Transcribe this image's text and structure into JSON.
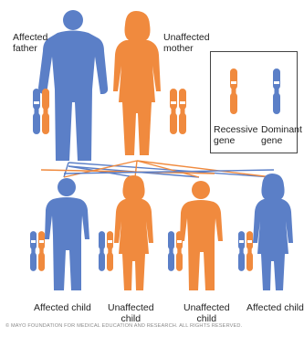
{
  "colors": {
    "dominant": "#5b7fc7",
    "recessive": "#f08a3e",
    "outline": "#555555",
    "gene_band": "#ffffff"
  },
  "parents": {
    "father_label": "Affected\nfather",
    "mother_label": "Unaffected\nmother"
  },
  "legend": {
    "recessive_label": "Recessive\ngene",
    "dominant_label": "Dominant\ngene"
  },
  "children": [
    {
      "label": "Affected child"
    },
    {
      "label": "Unaffected\nchild"
    },
    {
      "label": "Unaffected\nchild"
    },
    {
      "label": "Affected child"
    }
  ],
  "copyright": "© MAYO FOUNDATION FOR MEDICAL EDUCATION AND RESEARCH. ALL RIGHTS RESERVED."
}
